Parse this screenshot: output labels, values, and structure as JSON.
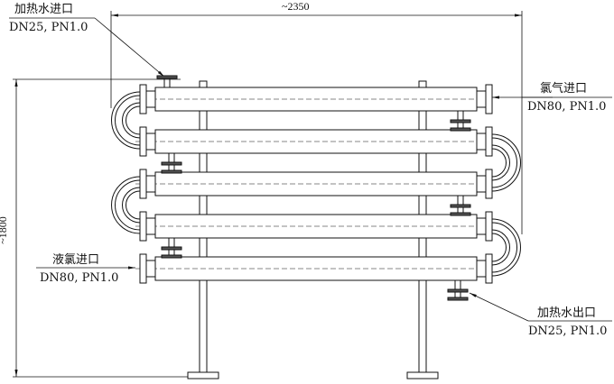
{
  "dimensions": {
    "width": "~2350",
    "height": "~1800"
  },
  "labels": {
    "heating_water_inlet": {
      "name": "加热水进口",
      "spec": "DN25, PN1.0"
    },
    "chlorine_gas_inlet": {
      "name": "氯气进口",
      "spec": "DN80, PN1.0"
    },
    "liquid_chlorine_inlet": {
      "name": "液氯进口",
      "spec": "DN80, PN1.0"
    },
    "heating_water_outlet": {
      "name": "加热水出口",
      "spec": "DN25, PN1.0"
    }
  }
}
